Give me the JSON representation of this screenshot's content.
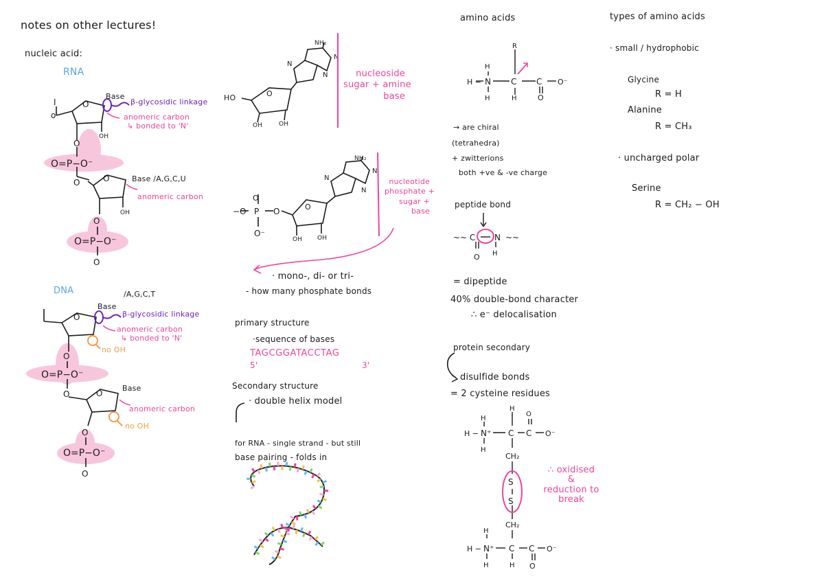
{
  "title": "notes on other lectures!",
  "nucleic": {
    "heading": "nucleic acid:",
    "rna": {
      "label": "RNA",
      "base1": "Base",
      "glyco": "β-glycosidic linkage",
      "anomeric1": "anomeric carbon",
      "bonded": "↳ bonded to 'N'",
      "oh1": "OH",
      "base2": "Base /A,G,C,U",
      "anomeric2": "anomeric carbon",
      "oh2": "OH"
    },
    "dna": {
      "label": "DNA",
      "bases": "/A,G,C,T",
      "base1": "Base",
      "glyco": "β-glycosidic linkage",
      "anomeric1": "anomeric carbon",
      "bonded": "↳ bonded to 'N'",
      "nooh1": "no OH",
      "base2": "Base",
      "anomeric2": "anomeric carbon",
      "nooh2": "no OH"
    }
  },
  "nucleoside": {
    "label": "nucleoside\nsugar + amine\nbase",
    "nh2": "NH₂",
    "ho": "HO",
    "oh_a": "OH",
    "oh_b": "OH"
  },
  "nucleotide": {
    "label": "nucleotide\nphosphate +\nsugar +\nbase",
    "nh2": "NH₂",
    "oh_a": "OH",
    "oh_b": "OH"
  },
  "phosphates": {
    "line1": "· mono-, di- or tri-",
    "line2": "- how many phosphate bonds"
  },
  "primary": {
    "heading": "primary structure",
    "line": "·sequence of bases",
    "sequence": "TAGCGGATACCTAG",
    "five": "5'",
    "three": "3'"
  },
  "secondary": {
    "heading": "Secondary structure",
    "line1": "· double helix model",
    "line2": "for RNA - single strand - but still",
    "line3": "base pairing - folds in"
  },
  "amino": {
    "heading": "amino acids",
    "chiral": "→ are chiral",
    "tetrahedral": "(tetrahedra)",
    "zwitterions": "+ zwitterions",
    "charge": "both +ve & -ve charge",
    "peptide": "peptide bond",
    "dipeptide": "= dipeptide",
    "doublebond": "40% double-bond character",
    "delocal": "∴ e⁻ delocalisation",
    "protein": "protein secondary",
    "disulfide": "disulfide bonds",
    "cysteine": "= 2 cysteine residues",
    "oxidised": "∴ oxidised\n&\nreduction to\nbreak"
  },
  "types": {
    "heading": "types of amino acids",
    "small": "· small / hydrophobic",
    "glycine": "Glycine",
    "glycine_r": "R = H",
    "alanine": "Alanine",
    "alanine_r": "R = CH₃",
    "polar": "· uncharged polar",
    "serine": "Serine",
    "serine_r": "R = CH₂ − OH"
  },
  "colors": {
    "pink": "#f0439a",
    "purple": "#6b22c9",
    "orange": "#f29a4a",
    "blue": "#5aa4e6",
    "highlight": "#f7c6dd"
  }
}
